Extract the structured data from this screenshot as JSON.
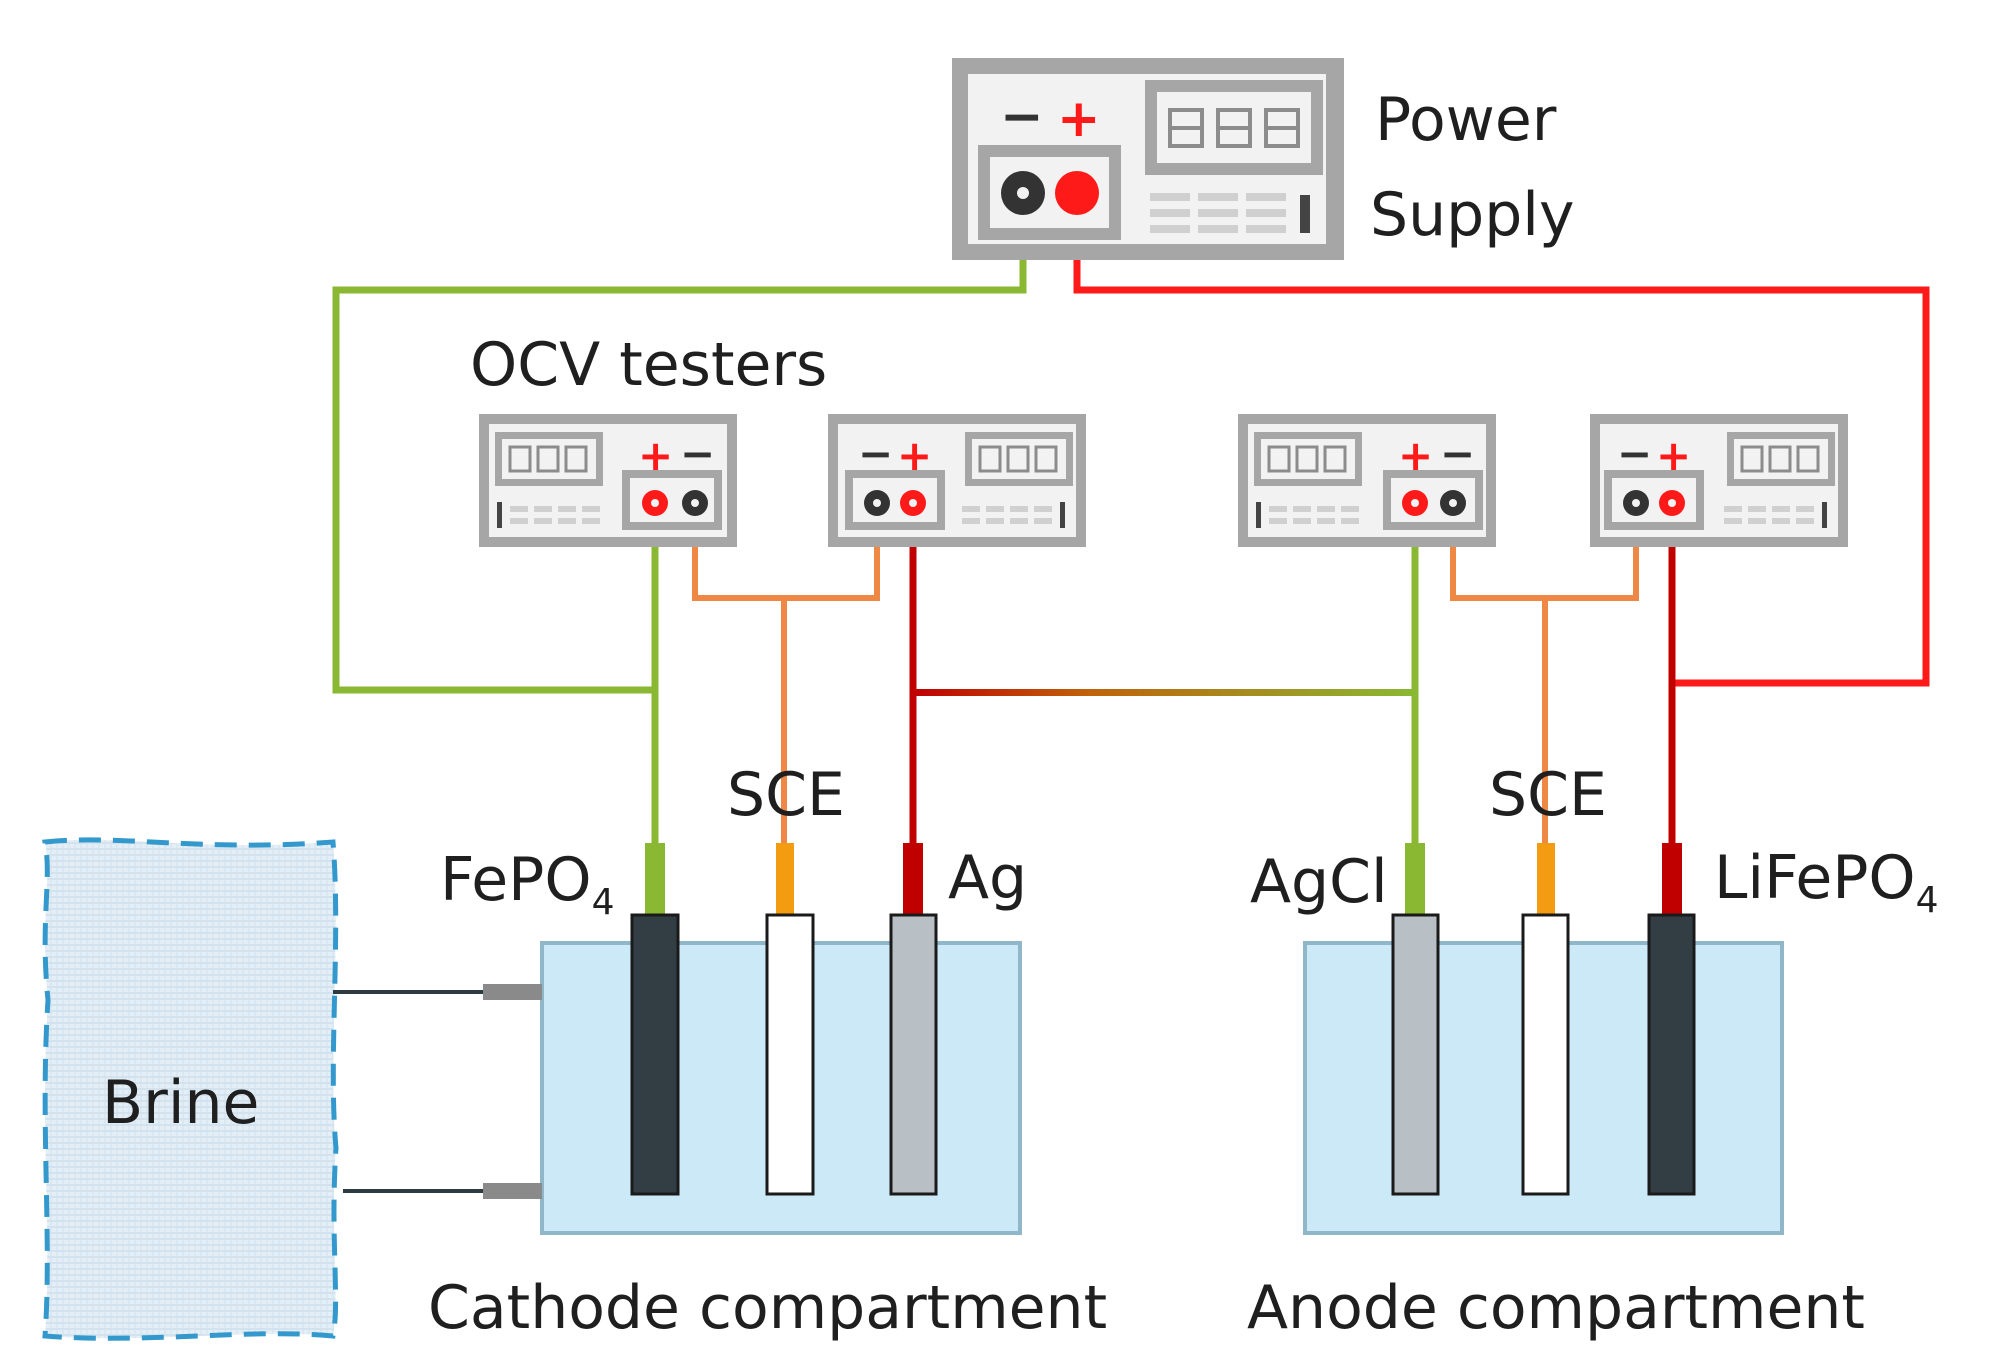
{
  "power_supply": {
    "label_line1": "Power",
    "label_line2": "Supply",
    "minus_sign": "−",
    "plus_sign": "+"
  },
  "ocv": {
    "title": "OCV testers",
    "minus_sign": "−",
    "plus_sign": "+"
  },
  "reference_electrode_left": "SCE",
  "reference_electrode_right": "SCE",
  "electrodes": {
    "fepo4_main": "FePO",
    "fepo4_sub": "4",
    "ag": "Ag",
    "agcl": "AgCl",
    "lifepo4_main": "LiFePO",
    "lifepo4_sub": "4"
  },
  "brine": "Brine",
  "cathode_label": "Cathode compartment",
  "anode_label": "Anode compartment",
  "colors": {
    "green_wire": "#8ab833",
    "orange_wire": "#ee8844",
    "red_wire": "#ff1a1a",
    "dark_red_wire": "#c00000",
    "tank_fill": "#cce9f8",
    "tank_stroke": "#8fb7c9",
    "brine_border": "#3399cc",
    "instrument_gray": "#a6a6a6"
  }
}
